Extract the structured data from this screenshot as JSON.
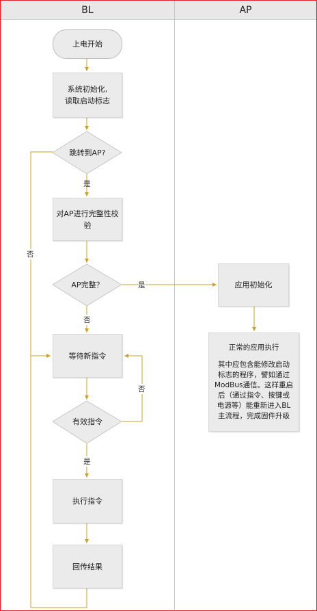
{
  "lanes": {
    "left": "BL",
    "right": "AP"
  },
  "nodes": {
    "start": "上电开始",
    "init_line1": "系统初始化,",
    "init_line2": "读取启动标志",
    "jump_ap": "跳转到AP?",
    "verify_line1": "对AP进行完整性校",
    "verify_line2": "验",
    "ap_complete": "AP完整？",
    "wait_cmd": "等待新指令",
    "valid_cmd": "有效指令",
    "exec_cmd": "执行指令",
    "return_result": "回传结果",
    "app_init": "应用初始化",
    "app_exec_title": "正常的应用执行",
    "app_exec_body": "其中应包含能修改启动标志的程序，譬如通过ModBus通信。这样重启后（通过指令、按键或电源等）能重新进入BL主流程，完成固件升级"
  },
  "edge_labels": {
    "yes_jump": "是",
    "no_jump": "否",
    "yes_complete": "是",
    "no_complete": "否",
    "no_valid": "否",
    "yes_valid": "是"
  },
  "colors": {
    "connector": "#c9a227",
    "node_fill": "#ebebeb",
    "border": "#e0222b"
  }
}
